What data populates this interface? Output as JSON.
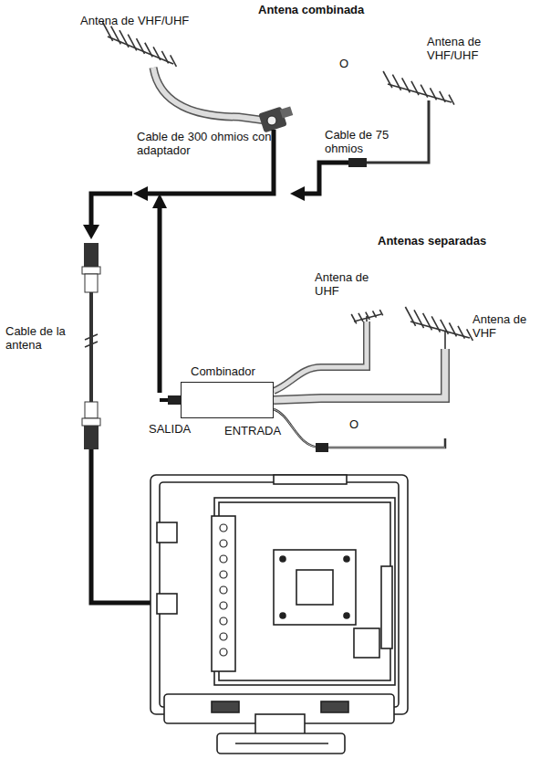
{
  "diagram": {
    "nodes": [
      {
        "text": [
          "Combinador"
        ]
      }
    ],
    "edges": [],
    "labels": [
      "Antena combinada",
      "Antena de VHF/UHF",
      "O",
      "Antena de VHF/UHF",
      "Cable de 300 ohmios con adaptador",
      "Cable de 75 ohmios",
      "Antenas separadas",
      "Antena de UHF",
      "Antena de VHF",
      "SALIDA",
      "ENTRADA",
      "O",
      "Cable de la antena"
    ]
  }
}
